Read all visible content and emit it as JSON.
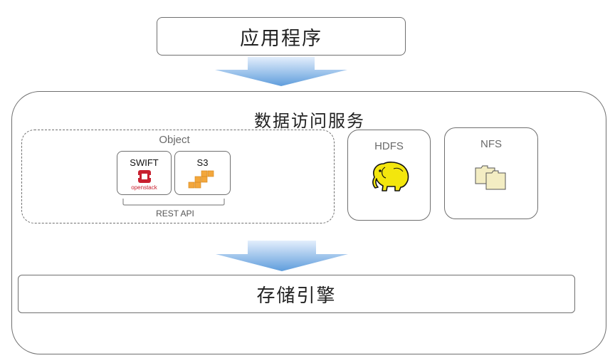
{
  "application": {
    "label": "应用程序"
  },
  "data_access_service": {
    "title": "数据访问服务"
  },
  "object_group": {
    "title": "Object",
    "api_label": "REST API",
    "swift": {
      "label": "SWIFT",
      "brand": "openstack"
    },
    "s3": {
      "label": "S3"
    }
  },
  "hdfs": {
    "label": "HDFS"
  },
  "nfs": {
    "label": "NFS"
  },
  "storage_engine": {
    "label": "存储引擎"
  },
  "colors": {
    "border": "#6f6f6f",
    "arrow_top": "#dbe9fb",
    "arrow_bottom": "#5e9cdb",
    "openstack_red": "#c8202f",
    "aws_orange": "#f3a73c",
    "hadoop_yellow": "#f3e60d",
    "folder_fill": "#f3edc3"
  },
  "icons": {
    "arrow_down": "arrow-down-icon",
    "openstack": "openstack-icon",
    "aws": "aws-icon",
    "hadoop": "hadoop-elephant-icon",
    "folder": "folder-icon"
  }
}
